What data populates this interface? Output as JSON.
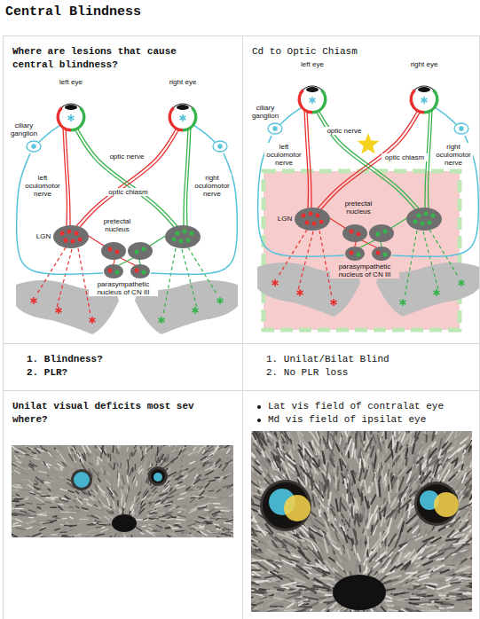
{
  "diagram": {
    "title": "Central Blindness",
    "nodes": [
      {
        "text": [
          "Where are lesions that cause central blindness?"
        ]
      },
      {
        "text": [
          "Cd to Optic Chiasm"
        ]
      },
      {
        "text": [
          "1. Blindness?",
          "2. PLR?"
        ]
      },
      {
        "text": [
          "1. Unilat/Bilat Blind",
          "2. No PLR loss"
        ]
      },
      {
        "text": [
          "Unilat visual deficits most sev where?"
        ]
      },
      {
        "text": [
          "Lat vis field of contralat eye",
          "Md vis field of ipsilat eye"
        ]
      }
    ],
    "labels": [
      "left eye",
      "right eye",
      "ciliary ganglion",
      "optic nerve",
      "left oculomotor nerve",
      "optic chiasm",
      "right oculomotor nerve",
      "LGN",
      "pretectal nucleus",
      "parasympathetic nucleus of CN III",
      "left eye",
      "right eye",
      "ciliary ganglion",
      "optic nerve",
      "left oculomotor nerve",
      "optic chiasm",
      "right oculomotor nerve",
      "LGN",
      "pretectal nucleus",
      "parasympathetic nucleus of CN III"
    ]
  }
}
